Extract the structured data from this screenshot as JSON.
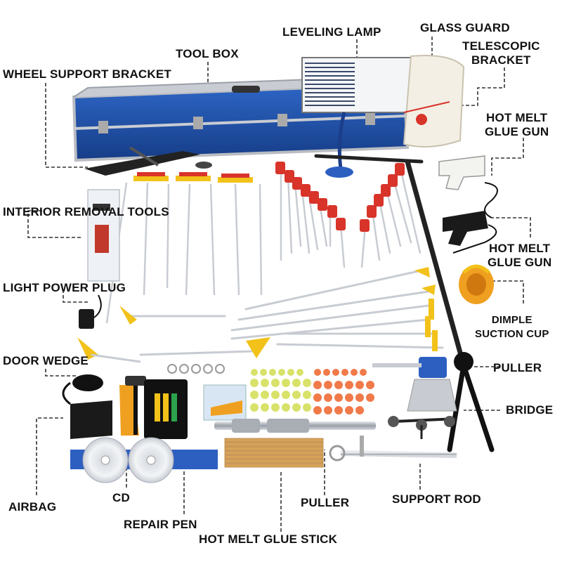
{
  "image": {
    "description_labels": {
      "leveling_lamp": "LEVELING LAMP",
      "glass_guard": "GLASS GUARD",
      "telescopic_bracket_1": "TELESCOPIC",
      "telescopic_bracket_2": "BRACKET",
      "tool_box": "TOOL BOX",
      "wheel_support_bracket": "WHEEL SUPPORT BRACKET",
      "hot_melt_glue_gun_top_1": "HOT MELT",
      "hot_melt_glue_gun_top_2": "GLUE GUN",
      "interior_removal_tools": "INTERIOR REMOVAL TOOLS",
      "hot_melt_glue_gun_mid_1": "HOT MELT",
      "hot_melt_glue_gun_mid_2": "GLUE GUN",
      "light_power_plug": "LIGHT POWER PLUG",
      "dimple_suction_cup_1": "DIMPLE",
      "dimple_suction_cup_2": "SUCTION CUP",
      "door_wedge": "DOOR WEDGE",
      "puller_right": "PULLER",
      "bridge": "BRIDGE",
      "airbag": "AIRBAG",
      "cd": "CD",
      "puller_bottom": "PULLER",
      "support_rod": "SUPPORT ROD",
      "repair_pen": "REPAIR PEN",
      "hot_melt_glue_stick": "HOT MELT GLUE STICK"
    },
    "colors": {
      "toolbox_blue": "#1f4fa8",
      "toolbox_frame": "#b9bcc2",
      "handle_yellow": "#f2c21a",
      "handle_red": "#d8342a",
      "tab_orange": "#f07a4a",
      "tab_yellow_green": "#d8e26a",
      "glue_stick": "#d7a25a",
      "leader_line": "#333333"
    }
  }
}
